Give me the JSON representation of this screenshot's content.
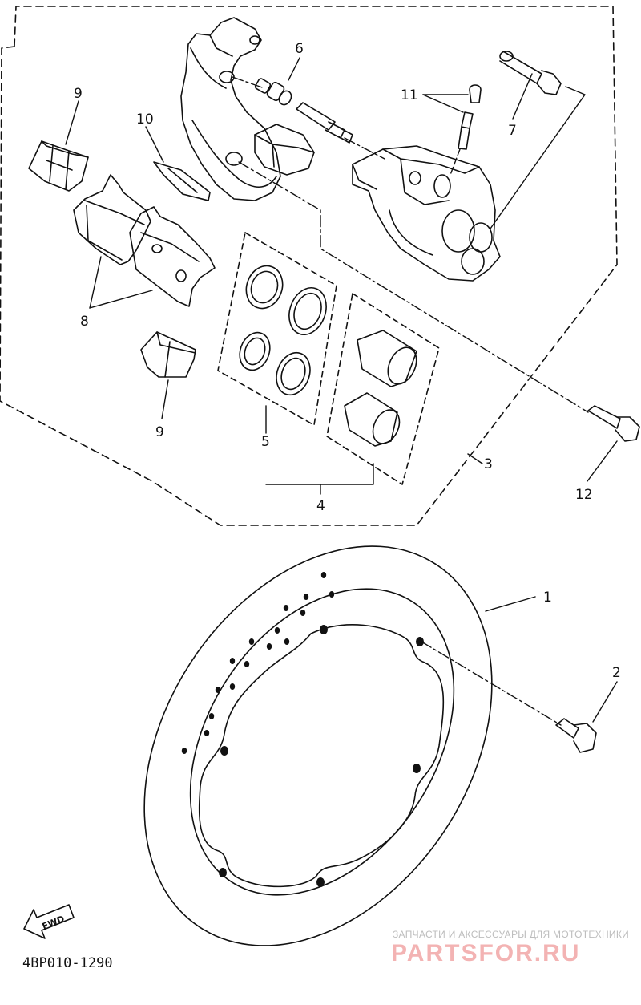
{
  "diagram": {
    "callouts": {
      "p1": "1",
      "p2": "2",
      "p3": "3",
      "p4": "4",
      "p5": "5",
      "p6": "6",
      "p7": "7",
      "p8": "8",
      "p9a": "9",
      "p9b": "9",
      "p10": "10",
      "p11": "11",
      "p12": "12"
    },
    "fwd_label": "FWD",
    "drawing_code": "4BP010-1290"
  },
  "watermark": {
    "line1": "ЗАПЧАСТИ И АКСЕССУАРЫ ДЛЯ МОТОТЕХНИКИ",
    "line2": "PARTSFOR.RU",
    "color_text": "#bdbdbd",
    "color_brand": "#f3b3b3"
  }
}
